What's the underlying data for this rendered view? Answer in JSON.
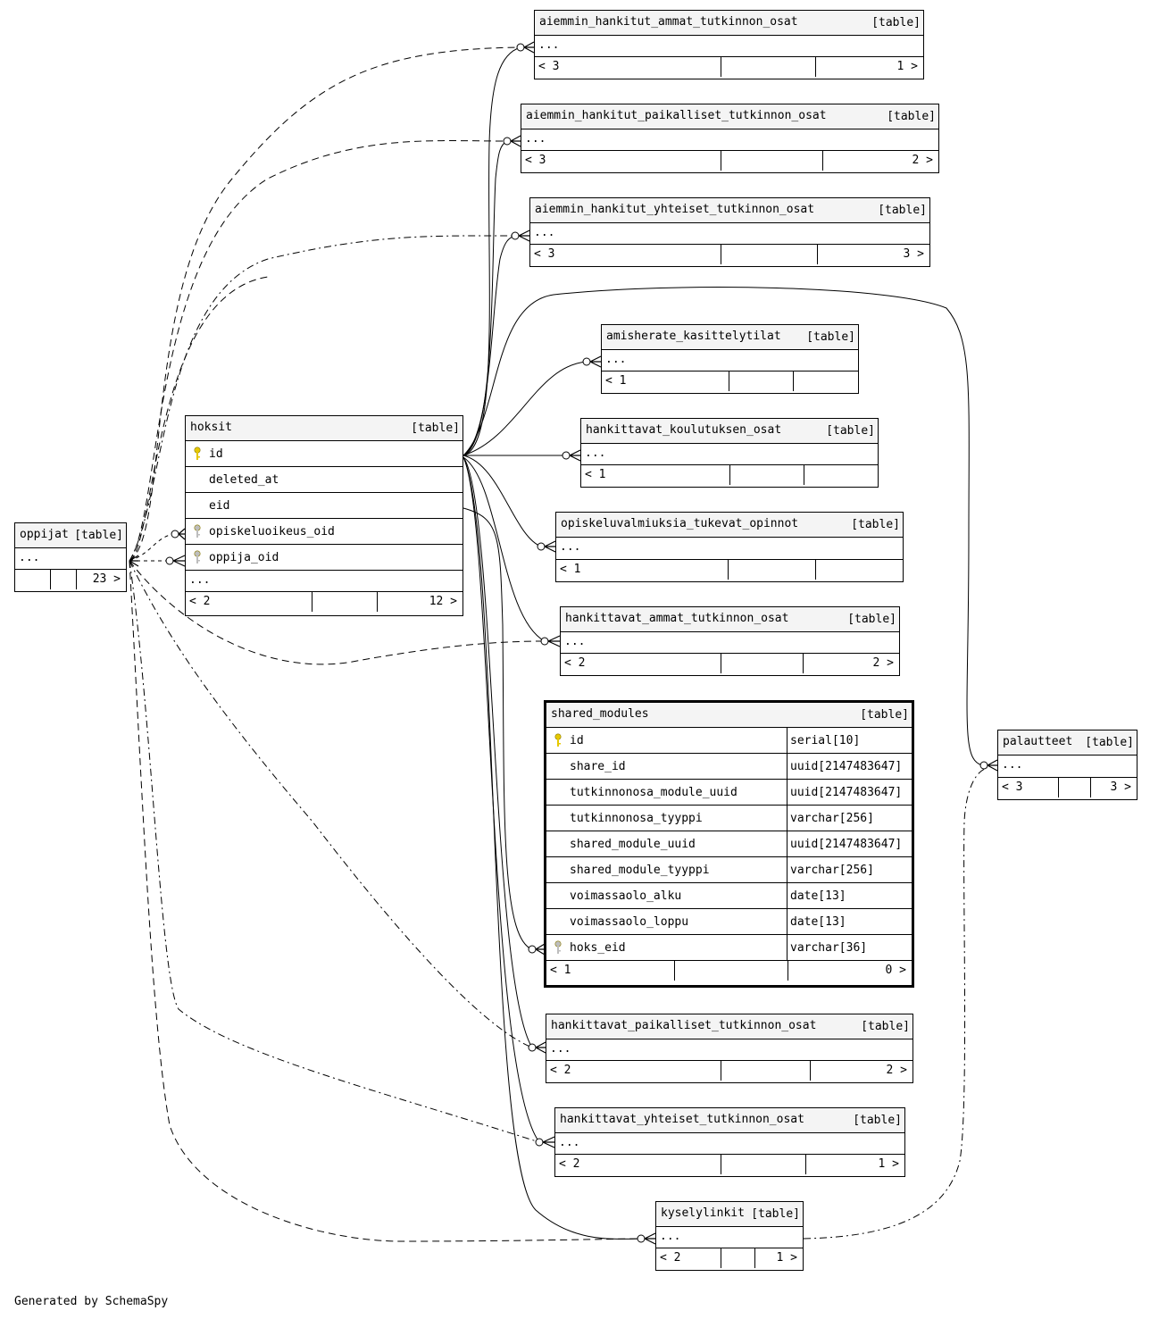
{
  "tag_label": "[table]",
  "ellipsis": "...",
  "footer_note": "Generated by SchemaSpy",
  "tables": {
    "aiemmin_ammat": {
      "name": "aiemmin_hankitut_ammat_tutkinnon_osat",
      "left": "< 3",
      "right": "1 >"
    },
    "aiemmin_paikalliset": {
      "name": "aiemmin_hankitut_paikalliset_tutkinnon_osat",
      "left": "< 3",
      "right": "2 >"
    },
    "aiemmin_yhteiset": {
      "name": "aiemmin_hankitut_yhteiset_tutkinnon_osat",
      "left": "< 3",
      "right": "3 >"
    },
    "amisherate": {
      "name": "amisherate_kasittelytilat",
      "left": "< 1",
      "right": ""
    },
    "koulutuksen": {
      "name": "hankittavat_koulutuksen_osat",
      "left": "< 1",
      "right": ""
    },
    "opiskeluvalmiuksia": {
      "name": "opiskeluvalmiuksia_tukevat_opinnot",
      "left": "< 1",
      "right": ""
    },
    "hankittavat_ammat": {
      "name": "hankittavat_ammat_tutkinnon_osat",
      "left": "< 2",
      "right": "2 >"
    },
    "hankittavat_paikalliset": {
      "name": "hankittavat_paikalliset_tutkinnon_osat",
      "left": "< 2",
      "right": "2 >"
    },
    "hankittavat_yhteiset": {
      "name": "hankittavat_yhteiset_tutkinnon_osat",
      "left": "< 2",
      "right": "1 >"
    },
    "kyselylinkit": {
      "name": "kyselylinkit",
      "left": "< 2",
      "right": "1 >"
    },
    "palautteet": {
      "name": "palautteet",
      "left": "< 3",
      "right": "3 >"
    },
    "oppijat": {
      "name": "oppijat",
      "left": "",
      "right": "23 >"
    },
    "hoksit": {
      "name": "hoksit",
      "left": "< 2",
      "right": "12 >",
      "columns": [
        {
          "name": "id",
          "key": "pk"
        },
        {
          "name": "deleted_at",
          "key": ""
        },
        {
          "name": "eid",
          "key": ""
        },
        {
          "name": "opiskeluoikeus_oid",
          "key": "fk"
        },
        {
          "name": "oppija_oid",
          "key": "fk"
        }
      ]
    },
    "shared_modules": {
      "name": "shared_modules",
      "left": "< 1",
      "right": "0 >",
      "columns": [
        {
          "name": "id",
          "type": "serial[10]",
          "key": "pk"
        },
        {
          "name": "share_id",
          "type": "uuid[2147483647]",
          "key": ""
        },
        {
          "name": "tutkinnonosa_module_uuid",
          "type": "uuid[2147483647]",
          "key": ""
        },
        {
          "name": "tutkinnonosa_tyyppi",
          "type": "varchar[256]",
          "key": ""
        },
        {
          "name": "shared_module_uuid",
          "type": "uuid[2147483647]",
          "key": ""
        },
        {
          "name": "shared_module_tyyppi",
          "type": "varchar[256]",
          "key": ""
        },
        {
          "name": "voimassaolo_alku",
          "type": "date[13]",
          "key": ""
        },
        {
          "name": "voimassaolo_loppu",
          "type": "date[13]",
          "key": ""
        },
        {
          "name": "hoks_eid",
          "type": "varchar[36]",
          "key": "fk"
        }
      ]
    }
  }
}
